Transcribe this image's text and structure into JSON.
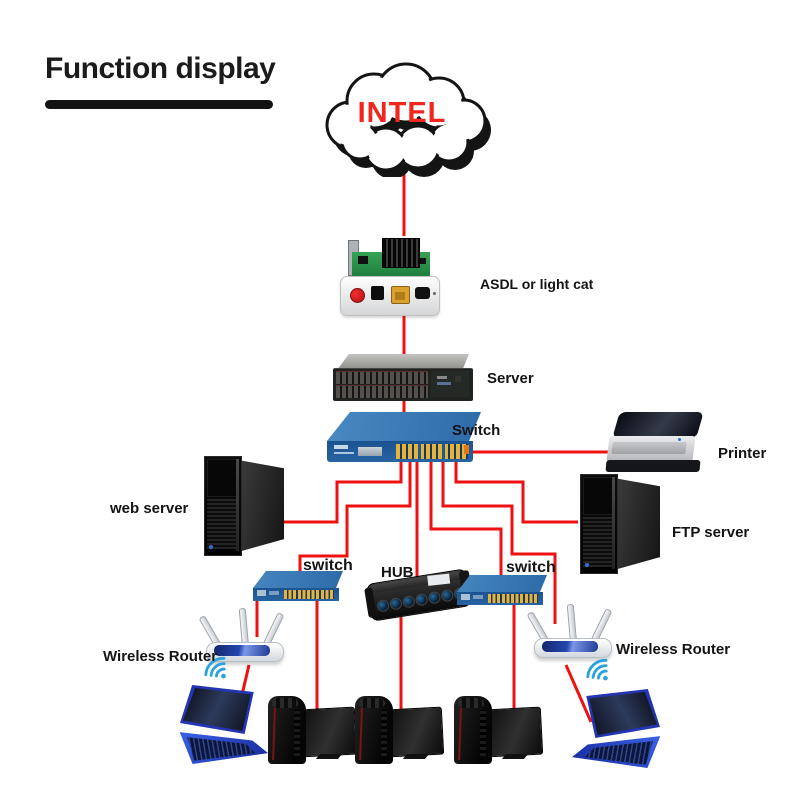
{
  "title": {
    "text": "Function display"
  },
  "colors": {
    "line_red": "#ee1111",
    "intel_red": "#f0261f",
    "switch_blue": "#2d6aa8",
    "switch_blue_dark": "#1b5391",
    "port_yellow": "#e5b23c",
    "wifi_blue": "#2aa3dc",
    "ink": "#141414"
  },
  "nodes": {
    "cloud": {
      "label": "INTEL"
    },
    "modem": {
      "label": "ASDL or light cat"
    },
    "server": {
      "label": "Server"
    },
    "main_switch": {
      "label": "Switch"
    },
    "printer": {
      "label": "Printer"
    },
    "web_server": {
      "label": "web server"
    },
    "ftp_server": {
      "label": "FTP server"
    },
    "left_switch": {
      "label": "switch"
    },
    "hub": {
      "label": "HUB"
    },
    "right_switch": {
      "label": "switch"
    },
    "left_router": {
      "label": "Wireless Router"
    },
    "right_router": {
      "label": "Wireless Router"
    }
  },
  "edges": [
    "cloud-modem",
    "modem-server",
    "server-main_switch",
    "main_switch-printer",
    "main_switch-web_server",
    "main_switch-ftp_server",
    "main_switch-left_switch",
    "main_switch-hub",
    "main_switch-right_switch",
    "main_switch-right_router",
    "left_switch-left_router",
    "left_switch-desktop_pc_1",
    "hub-desktop_pc_2",
    "right_switch-desktop_pc_3",
    "left_router-laptop_left",
    "right_router-laptop_right"
  ]
}
